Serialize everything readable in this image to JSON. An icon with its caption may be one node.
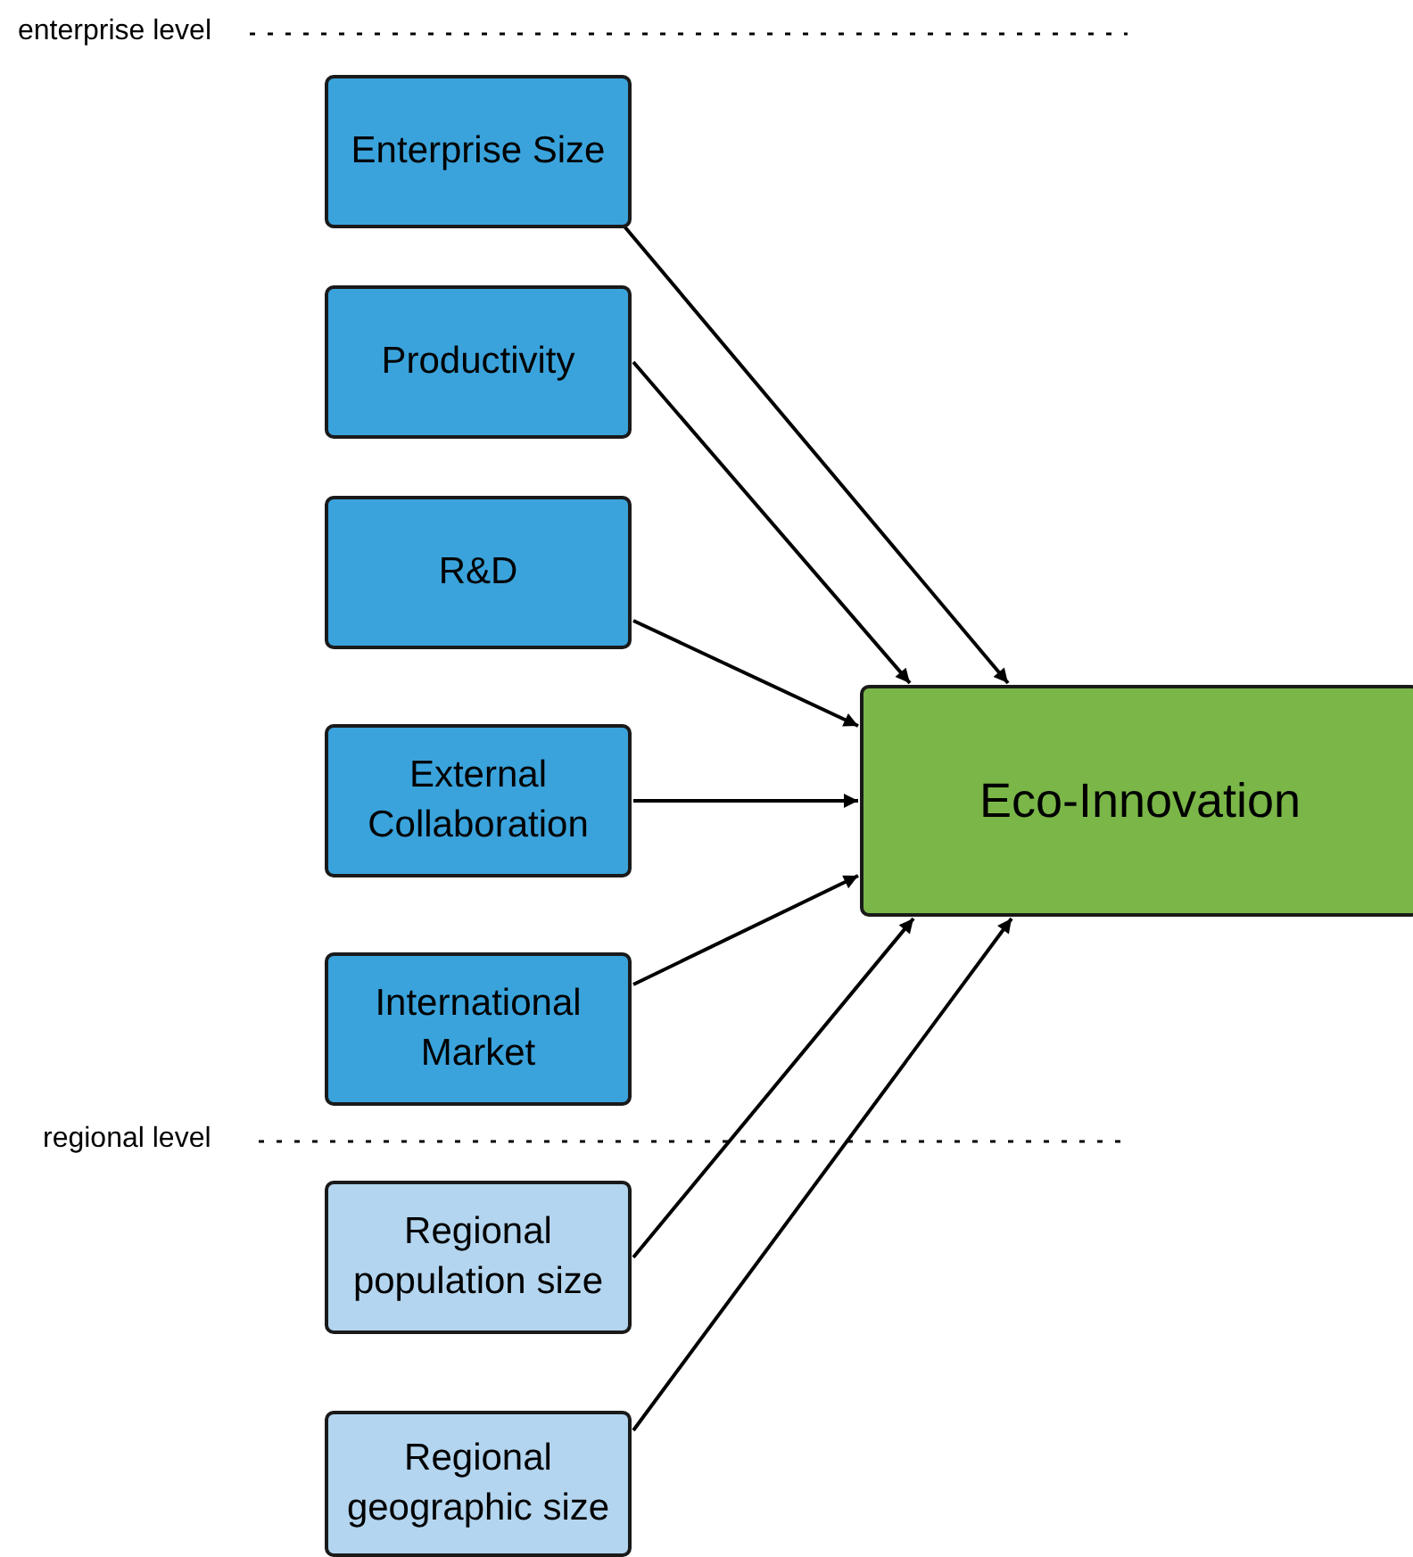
{
  "diagram": {
    "nodes": [
      {
        "text": [
          "Enterprise Size"
        ]
      },
      {
        "text": [
          "Productivity"
        ]
      },
      {
        "text": [
          "R&D"
        ]
      },
      {
        "text": [
          "External Collaboration"
        ]
      },
      {
        "text": [
          "International Market"
        ]
      },
      {
        "text": [
          "Regional population size"
        ]
      },
      {
        "text": [
          "Regional geographic size"
        ]
      },
      {
        "text": [
          "Eco-Innovation"
        ]
      }
    ],
    "edges": [
      {
        "from": 0,
        "to": 7,
        "arrow": "to"
      },
      {
        "from": 1,
        "to": 7,
        "arrow": "to"
      },
      {
        "from": 2,
        "to": 7,
        "arrow": "to"
      },
      {
        "from": 3,
        "to": 7,
        "arrow": "to"
      },
      {
        "from": 4,
        "to": 7,
        "arrow": "to"
      },
      {
        "from": 5,
        "to": 7,
        "arrow": "to"
      },
      {
        "from": 6,
        "to": 7,
        "arrow": "to"
      }
    ],
    "labels": [
      "enterprise level",
      "regional level"
    ]
  }
}
